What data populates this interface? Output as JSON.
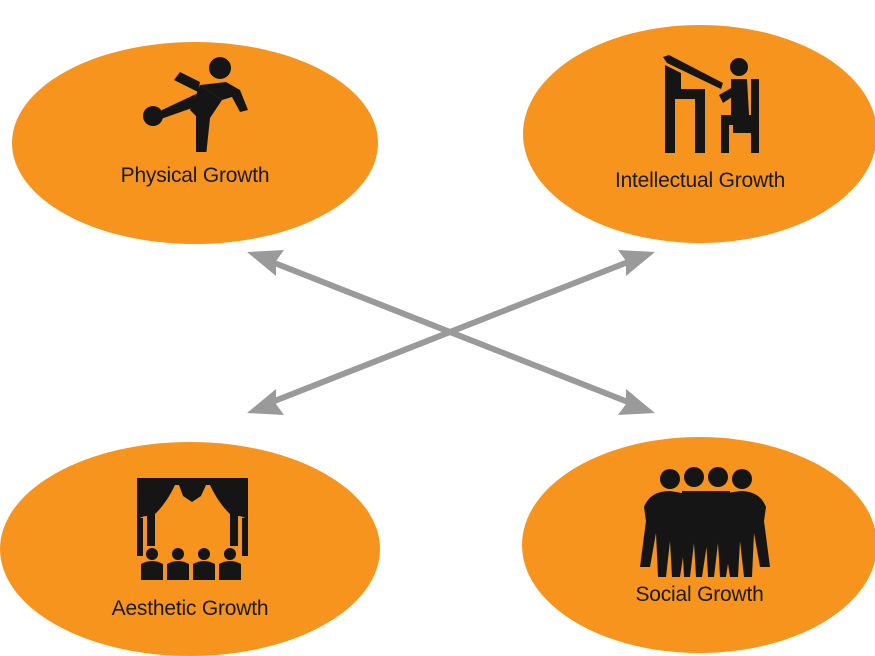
{
  "colors": {
    "node_fill": "#F7941D",
    "arrow": "#9A9A9A",
    "icon": "#151515"
  },
  "nodes": {
    "physical": {
      "label": "Physical Growth",
      "icon": "kicking-ball-icon"
    },
    "intellectual": {
      "label": "Intellectual Growth",
      "icon": "student-at-desk-icon"
    },
    "aesthetic": {
      "label": "Aesthetic Growth",
      "icon": "theater-stage-icon"
    },
    "social": {
      "label": "Social Growth",
      "icon": "group-of-people-icon"
    }
  },
  "connections": [
    {
      "from": "Physical Growth",
      "to": "Social Growth",
      "bidirectional": true
    },
    {
      "from": "Intellectual Growth",
      "to": "Aesthetic Growth",
      "bidirectional": true
    }
  ]
}
